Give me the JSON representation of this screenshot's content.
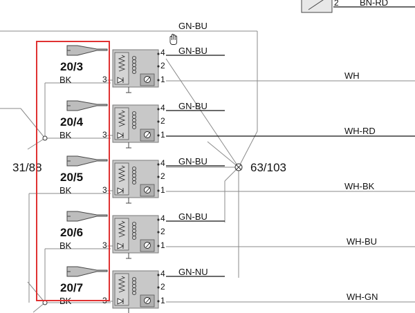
{
  "top_right": {
    "label": "BN-RD"
  },
  "top_wire": {
    "label": "GN-BU"
  },
  "connectors": [
    {
      "id": "20/3",
      "color": "BK",
      "pins": [
        "4",
        "2",
        "1",
        "3"
      ],
      "relay_wire": "GN-BU",
      "out_wire": "WH"
    },
    {
      "id": "20/4",
      "color": "BK",
      "pins": [
        "4",
        "2",
        "1",
        "3"
      ],
      "relay_wire": "GN-BU",
      "out_wire": "WH-RD"
    },
    {
      "id": "20/5",
      "color": "BK",
      "pins": [
        "4",
        "2",
        "1",
        "3"
      ],
      "relay_wire": "GN-BU",
      "out_wire": "WH-BK"
    },
    {
      "id": "20/6",
      "color": "BK",
      "pins": [
        "4",
        "2",
        "1",
        "3"
      ],
      "relay_wire": "GN-BU",
      "out_wire": "WH-BU"
    },
    {
      "id": "20/7",
      "color": "BK",
      "pins": [
        "4",
        "2",
        "1",
        "3"
      ],
      "relay_wire": "GN-NU",
      "out_wire": "WH-GN"
    }
  ],
  "refs": {
    "left": "31/88",
    "junction": "63/103"
  },
  "colors": {
    "highlight": "#e03131",
    "relay": "#c8c8c8",
    "wire": "#8a8a8a"
  },
  "icons": [
    "hand-cursor-icon"
  ]
}
